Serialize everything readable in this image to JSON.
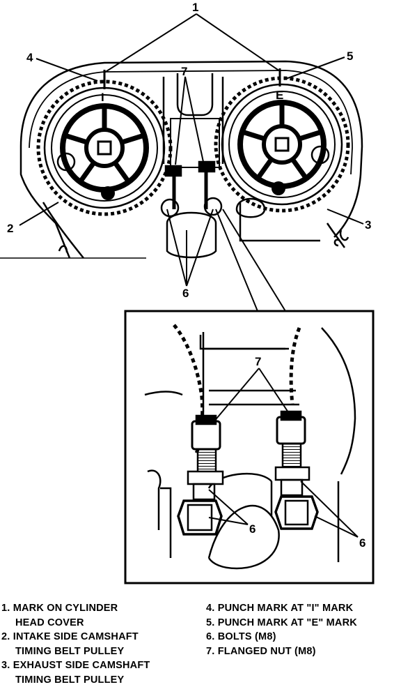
{
  "callouts": {
    "c1": "1",
    "c2": "2",
    "c3": "3",
    "c4": "4",
    "c5": "5",
    "c6_top": "6",
    "c7_top": "7",
    "c7_detail": "7",
    "c6_detail_left": "6",
    "c6_detail_right": "6"
  },
  "legend": {
    "item1_line1": "1. MARK ON CYLINDER",
    "item1_line2": "HEAD COVER",
    "item2_line1": "2. INTAKE SIDE CAMSHAFT",
    "item2_line2": "TIMING BELT PULLEY",
    "item3_line1": "3. EXHAUST SIDE CAMSHAFT",
    "item3_line2": "TIMING BELT PULLEY",
    "item4": "4. PUNCH MARK AT \"I\" MARK",
    "item5": "5. PUNCH MARK AT \"E\" MARK",
    "item6": "6. BOLTS (M8)",
    "item7": "7. FLANGED NUT (M8)"
  },
  "marks": {
    "intake_letter": "I",
    "exhaust_letter": "E"
  }
}
